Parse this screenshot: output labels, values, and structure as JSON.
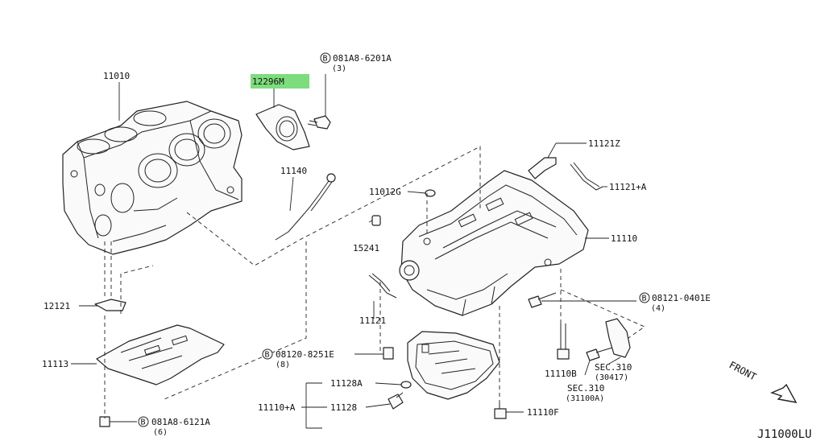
{
  "diagram_id": "J11000LU",
  "highlight_color": "#7ddc7d",
  "direction": "FRONT",
  "labels": {
    "p11010": "11010",
    "p12296m": "12296M",
    "bolt_top": "081A8-6201A",
    "bolt_top_qty": "(3)",
    "p11140": "11140",
    "p11012g": "11012G",
    "p15241": "15241",
    "p11121z": "11121Z",
    "p11121a": "11121+A",
    "p11110": "11110",
    "bolt_right": "08121-0401E",
    "bolt_right_qty": "(4)",
    "p12121": "12121",
    "p11121": "11121",
    "p11113": "11113",
    "bolt_mid": "08120-8251E",
    "bolt_mid_qty": "(8)",
    "p11128a": "11128A",
    "p11110plusa": "11110+A",
    "p11128": "11128",
    "p11110b": "11110B",
    "sec310a": "SEC.310",
    "sec310a_ref": "(30417)",
    "sec310b": "SEC.310",
    "sec310b_ref": "(31100A)",
    "p11110f": "11110F",
    "bolt_bottom": "081A8-6121A",
    "bolt_bottom_qty": "(6)",
    "b_marker": "B"
  }
}
